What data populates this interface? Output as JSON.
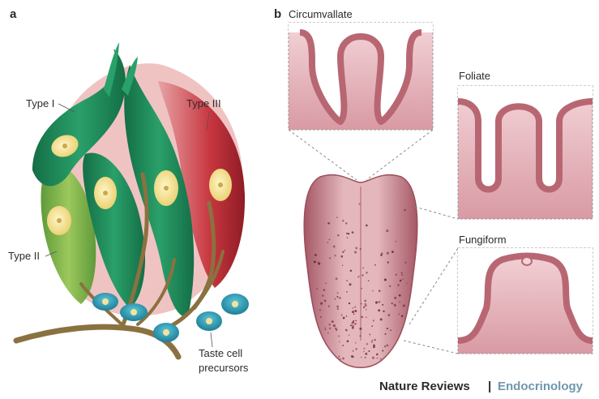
{
  "panels": {
    "a": {
      "letter": "a",
      "labels": {
        "type_i": "Type I",
        "type_ii": "Type II",
        "type_iii": "Type III",
        "precursors_line1": "Taste cell",
        "precursors_line2": "precursors"
      }
    },
    "b": {
      "letter": "b",
      "labels": {
        "circumvallate": "Circumvallate",
        "foliate": "Foliate",
        "fungiform": "Fungiform"
      }
    }
  },
  "footer": {
    "journal": "Nature Reviews",
    "separator": "|",
    "section": "Endocrinology"
  },
  "colors": {
    "green_dark": "#1e8a5a",
    "green_light": "#7fb24a",
    "red": "#b52a35",
    "nucleus": "#f4e39a",
    "nerve": "#8a7240",
    "precursor": "#2ba0b8",
    "tongue": "#c07a86",
    "papilla_fill": "#eec6cc",
    "papilla_edge": "#b86772",
    "journal_blue": "#6f97ad"
  }
}
